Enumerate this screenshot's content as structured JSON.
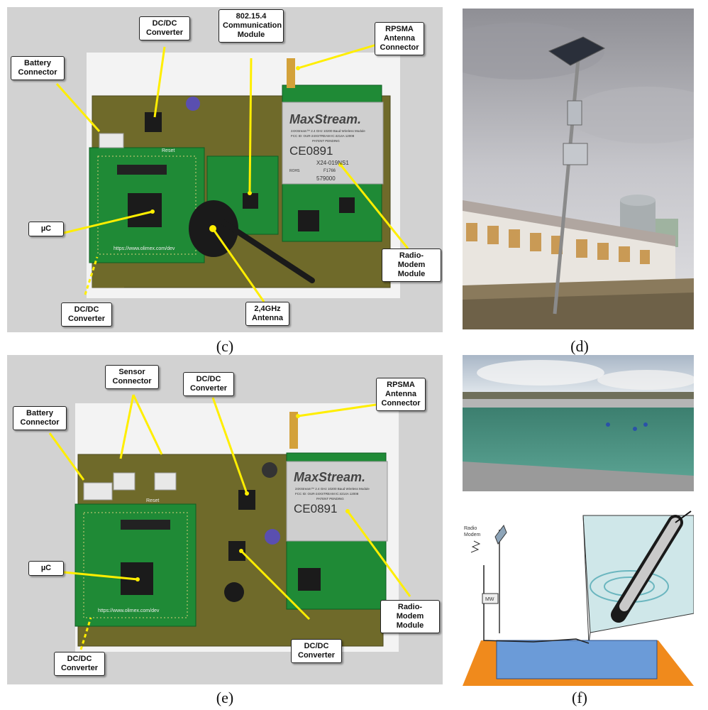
{
  "panels": {
    "c": {
      "caption": "(c)",
      "labels": {
        "battery": "Battery\nConnector",
        "dcdc_top": "DC/DC\nConverter",
        "comm": "802.15.4\nCommunication\nModule",
        "rpsma": "RPSMA\nAntenna\nConnector",
        "uc": "µC",
        "radio": "Radio-Modem\nModule",
        "dcdc_bottom": "DC/DC\nConverter",
        "antenna": "2,4GHz\nAntenna"
      },
      "board_text": {
        "brand": "MaxStream.",
        "model": "24XStream™ 2.4 GHz 10200 Baud Wireless Module",
        "fcc": "FCC ID: OUR-24XSTREAM IC:4214A 12008",
        "patent": "PATENT PENDING",
        "ce": "CE0891",
        "serial": "X24-019NS1",
        "rohs": "ROHS",
        "f": "F1766",
        "barcode": "579000",
        "reset": "Reset",
        "url": "https://www.olimex.com/dev"
      }
    },
    "d": {
      "caption": "(d)"
    },
    "e": {
      "caption": "(e)",
      "labels": {
        "battery": "Battery\nConnector",
        "sensor": "Sensor\nConnector",
        "dcdc_top": "DC/DC\nConverter",
        "rpsma": "RPSMA\nAntenna\nConnector",
        "uc": "µC",
        "radio": "Radio-Modem\nModule",
        "dcdc_mid": "DC/DC\nConverter",
        "dcdc_bottom": "DC/DC\nConverter"
      },
      "board_text": {
        "brand": "MaxStream.",
        "model": "24XStream™ 2.4 GHz 10200 Baud Wireless Module",
        "fcc": "FCC ID: OUR-24XSTREAM IC:4214A 12008",
        "patent": "PATENT PENDING",
        "ce": "CE0891",
        "reset": "Reset",
        "url": "https://www.olimex.com/dev"
      }
    },
    "f": {
      "caption": "(f)",
      "radio_label": "Radio\nModem",
      "box_label": "MW"
    }
  },
  "colors": {
    "callout_line": "#ffee00",
    "pcb": "#6f6a2a",
    "pcb_green": "#1f8a36",
    "pond_blue": "#6b9bd8",
    "ground_orange": "#f08a1c",
    "photo_bg": "#d3d3d3"
  }
}
